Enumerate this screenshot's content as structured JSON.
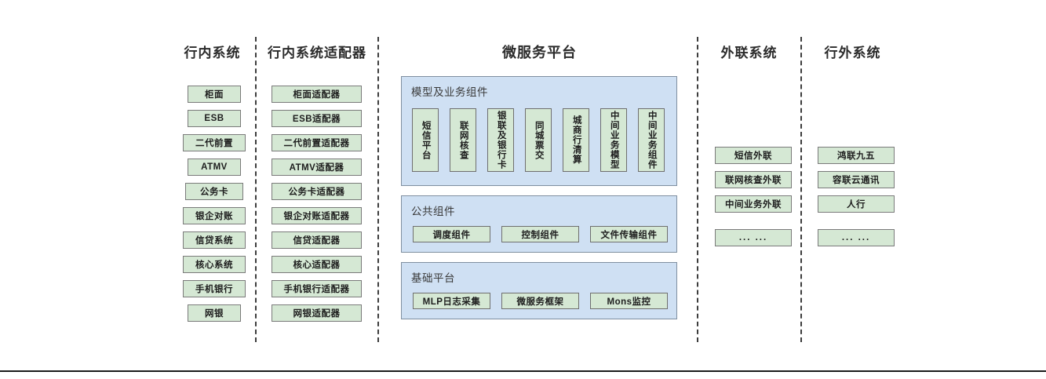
{
  "diagram": {
    "columns": [
      {
        "id": "internal-systems",
        "title": "行内系统",
        "items": [
          "柜面",
          "ESB",
          "二代前置",
          "ATMV",
          "公务卡",
          "银企对账",
          "信贷系统",
          "核心系统",
          "手机银行",
          "网银"
        ]
      },
      {
        "id": "internal-adapters",
        "title": "行内系统适配器",
        "items": [
          "柜面适配器",
          "ESB适配器",
          "二代前置适配器",
          "ATMV适配器",
          "公务卡适配器",
          "银企对账适配器",
          "信贷适配器",
          "核心适配器",
          "手机银行适配器",
          "网银适配器"
        ]
      },
      {
        "id": "microservice-platform",
        "title": "微服务平台",
        "panels": [
          {
            "id": "model-business-components",
            "title": "模型及业务组件",
            "items": [
              "短信平台",
              "联网核查",
              "银联及银行卡",
              "同城票交",
              "城商行清算",
              "中间业务模型",
              "中间业务组件"
            ]
          },
          {
            "id": "public-components",
            "title": "公共组件",
            "items": [
              "调度组件",
              "控制组件",
              "文件传输组件"
            ]
          },
          {
            "id": "base-platform",
            "title": "基础平台",
            "items": [
              "MLP日志采集",
              "微服务框架",
              "Mons监控"
            ]
          }
        ]
      },
      {
        "id": "external-link-systems",
        "title": "外联系统",
        "items": [
          "短信外联",
          "联网核查外联",
          "中间业务外联",
          "... ..."
        ]
      },
      {
        "id": "outside-bank-systems",
        "title": "行外系统",
        "items": [
          "鸿联九五",
          "容联云通讯",
          "人行",
          "... ..."
        ]
      }
    ],
    "colors": {
      "component_fill": "#d5e8d4",
      "component_border": "#7a7a7a",
      "panel_fill": "#cfe0f3",
      "panel_border": "#7f8fa0",
      "divider": "#3d3d3d",
      "text": "#1d1d1d"
    }
  }
}
